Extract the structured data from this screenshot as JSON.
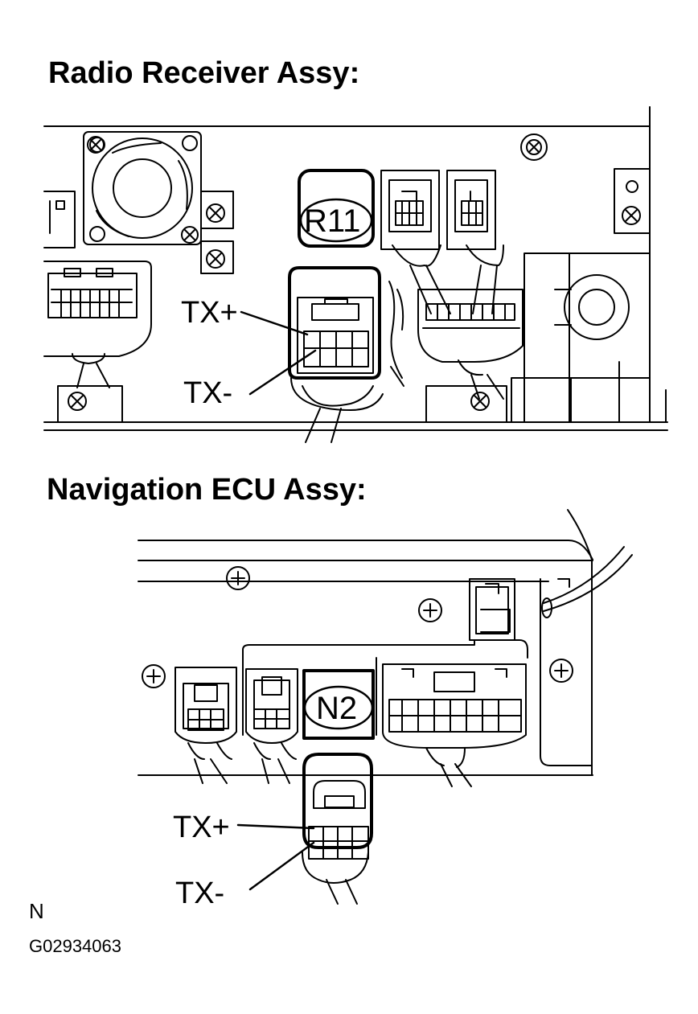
{
  "radio": {
    "title": "Radio Receiver Assy:",
    "connector_code": "R11",
    "tx_plus_label": "TX+",
    "tx_minus_label": "TX-"
  },
  "nav": {
    "title": "Navigation ECU Assy:",
    "connector_code": "N2",
    "tx_plus_label": "TX+",
    "tx_minus_label": "TX-"
  },
  "footer": {
    "mark": "N",
    "figure_id": "G02934063"
  },
  "icons": [
    "screw-cross-icon",
    "screw-plus-icon",
    "fan-icon"
  ],
  "colors": {
    "line": "#000000",
    "background": "#ffffff"
  }
}
